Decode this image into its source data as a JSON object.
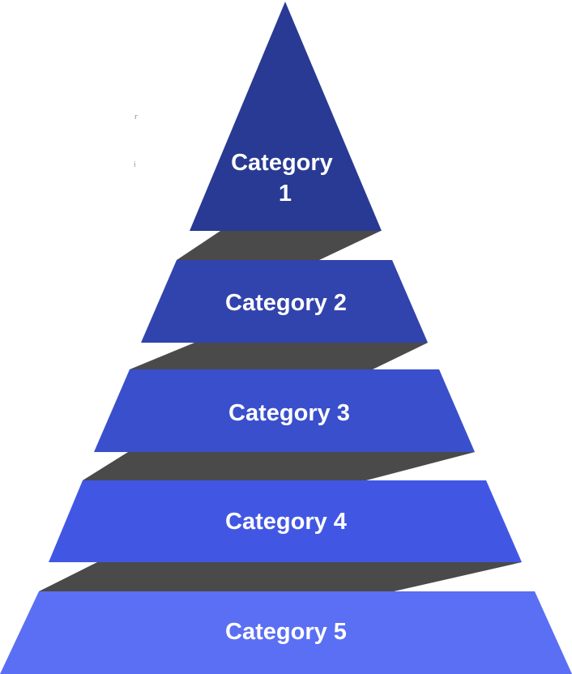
{
  "pyramid": {
    "tiers": [
      {
        "label_lines": [
          "Category",
          "1"
        ],
        "color": "#283A93"
      },
      {
        "label_lines": [
          "Category 2"
        ],
        "color": "#3143AC"
      },
      {
        "label_lines": [
          "Category 3"
        ],
        "color": "#3A4FCB"
      },
      {
        "label_lines": [
          "Category 4"
        ],
        "color": "#4157E4"
      },
      {
        "label_lines": [
          "Category 5"
        ],
        "color": "#5A6FF4"
      }
    ],
    "connector_color": "#4A4A4A",
    "stray_marks": [
      "r",
      "i"
    ]
  }
}
